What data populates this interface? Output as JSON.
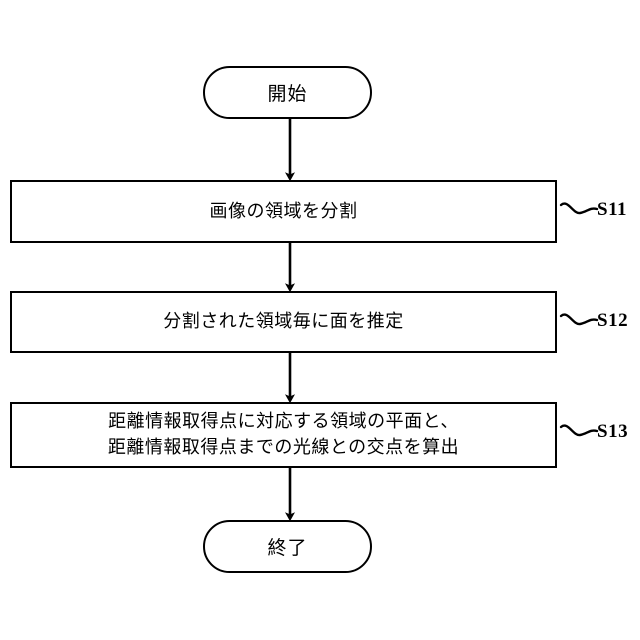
{
  "diagram": {
    "type": "flowchart",
    "orientation": "vertical",
    "background_color": "#ffffff",
    "line_color": "#000000",
    "nodes": {
      "start": {
        "shape": "terminator",
        "label": "開始"
      },
      "end": {
        "shape": "terminator",
        "label": "終了"
      },
      "steps": [
        {
          "id": "S11",
          "shape": "process",
          "lines": [
            "画像の領域を分割"
          ],
          "step_label": "S11"
        },
        {
          "id": "S12",
          "shape": "process",
          "lines": [
            "分割された領域毎に面を推定"
          ],
          "step_label": "S12"
        },
        {
          "id": "S13",
          "shape": "process",
          "lines": [
            "距離情報取得点に対応する領域の平面と、",
            "距離情報取得点までの光線との交点を算出"
          ],
          "step_label": "S13"
        }
      ]
    },
    "connectors": [
      {
        "from": "start",
        "to": "S11",
        "arrow": "down"
      },
      {
        "from": "S11",
        "to": "S12",
        "arrow": "down"
      },
      {
        "from": "S12",
        "to": "S13",
        "arrow": "down"
      },
      {
        "from": "S13",
        "to": "end",
        "arrow": "down"
      }
    ],
    "leader_lines": [
      {
        "for": "S11",
        "style": "squiggle"
      },
      {
        "for": "S12",
        "style": "squiggle"
      },
      {
        "for": "S13",
        "style": "squiggle"
      }
    ]
  }
}
